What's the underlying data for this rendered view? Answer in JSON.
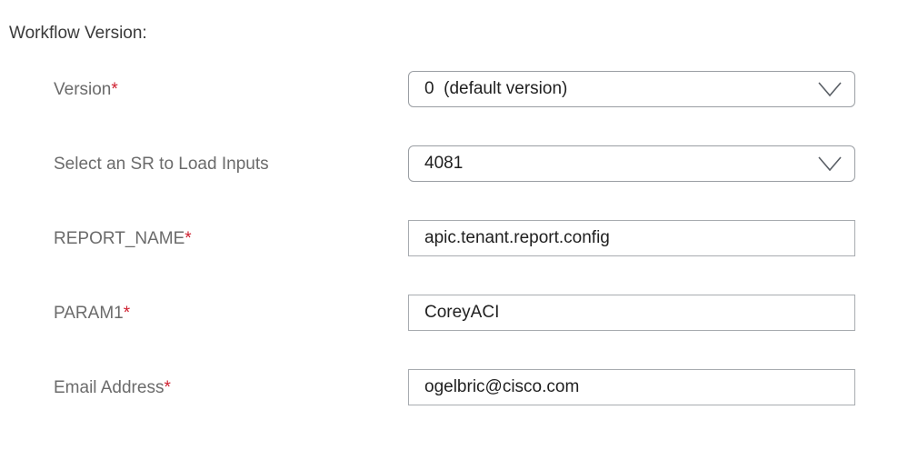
{
  "section": {
    "title": "Workflow Version:"
  },
  "fields": [
    {
      "label": "Version",
      "required_mark": "*",
      "type": "select",
      "value": "0  (default version)",
      "icon": "chevron-down-icon"
    },
    {
      "label": "Select an SR to Load Inputs",
      "required_mark": "",
      "type": "select",
      "value": "4081",
      "icon": "chevron-down-icon"
    },
    {
      "label": "REPORT_NAME",
      "required_mark": "*",
      "type": "text",
      "value": "apic.tenant.report.config"
    },
    {
      "label": "PARAM1",
      "required_mark": "*",
      "type": "text",
      "value": "CoreyACI"
    },
    {
      "label": "Email Address",
      "required_mark": "*",
      "type": "text",
      "value": "ogelbric@cisco.com"
    }
  ],
  "colors": {
    "required": "#cf2030",
    "label": "#6b6b6b",
    "value": "#1f1f1f",
    "border": "#9aa0a6"
  }
}
